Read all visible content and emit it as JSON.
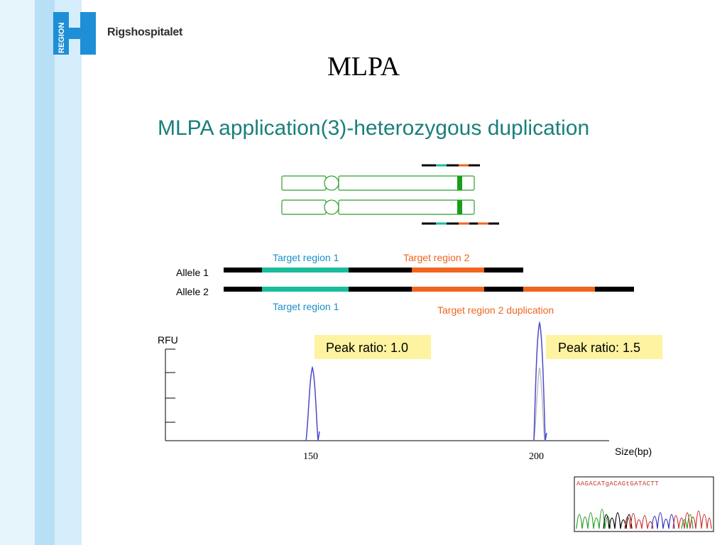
{
  "brand": {
    "name": "Rigshospitalet",
    "logo_text": "REGION"
  },
  "slide": {
    "title": "MLPA"
  },
  "figure": {
    "heading": "MLPA application(3)-heterozygous duplication",
    "allele1_label": "Allele 1",
    "allele2_label": "Allele 2",
    "target1_top": "Target region 1",
    "target2_top": "Target region 2",
    "target1_bottom": "Target region 1",
    "target2_dup": "Target region 2 duplication",
    "rfu_label": "RFU",
    "peak1_ratio": "Peak ratio: 1.0",
    "peak2_ratio": "Peak ratio: 1.5",
    "x_tick_150": "150",
    "x_tick_200": "200",
    "x_axis_label": "Size(bp)",
    "sequence_text": "AAGACATgACAGtGATACTT"
  },
  "colors": {
    "teal": "#1abc9c",
    "orange": "#f0641e",
    "green": "#2f9e2f",
    "peak_blue": "#4a4ad0",
    "heading_teal": "#1a7f7a",
    "ratio_box": "#fdf3a0"
  }
}
